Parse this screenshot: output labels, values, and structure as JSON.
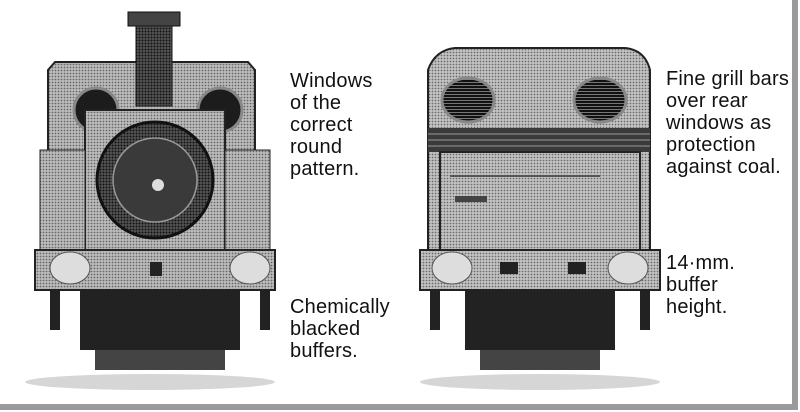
{
  "captions": {
    "windows": [
      "Windows",
      "of the",
      "correct",
      "round",
      "pattern."
    ],
    "buffers": [
      "Chemically",
      "blacked",
      "buffers."
    ],
    "grill": [
      "Fine grill bars",
      "over rear",
      "windows as",
      "protection",
      "against coal."
    ],
    "height": [
      "14·mm.",
      "buffer",
      "height."
    ]
  },
  "colors": {
    "ink": "#111111",
    "halftone_dark": "#2a2a2a",
    "halftone_mid": "#7d7d7d",
    "halftone_light": "#c9c9c9",
    "frame_shadow": "#9a9a9a"
  }
}
